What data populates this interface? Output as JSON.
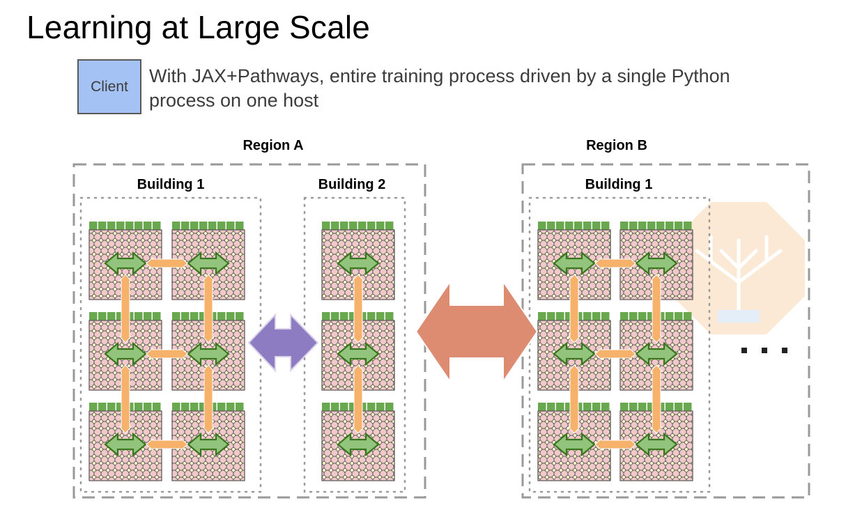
{
  "title": "Learning at Large Scale",
  "client": {
    "label": "Client",
    "caption": "With JAX+Pathways, entire training process driven by a single Python process on one host"
  },
  "regions": [
    {
      "name": "Region A",
      "buildings": [
        {
          "name": "Building 1"
        },
        {
          "name": "Building 2"
        }
      ]
    },
    {
      "name": "Region B",
      "buildings": [
        {
          "name": "Building 1"
        }
      ]
    }
  ],
  "ellipsis": "...",
  "colors": {
    "client_fill": "#a4c2f4",
    "chip_grid_fill": "#f2c9c9",
    "chip_green_bar": "#6aa84f",
    "intra_pod_link": "#93c47d",
    "inter_pod_link": "#f6b26b",
    "building_link": "#8e7cc3",
    "region_link": "#dd8c72"
  },
  "icons": {
    "intra_pod_link": "double-arrow-green",
    "inter_pod_link": "double-arrow-orange",
    "building_link": "double-arrow-purple",
    "region_link": "double-arrow-salmon"
  }
}
